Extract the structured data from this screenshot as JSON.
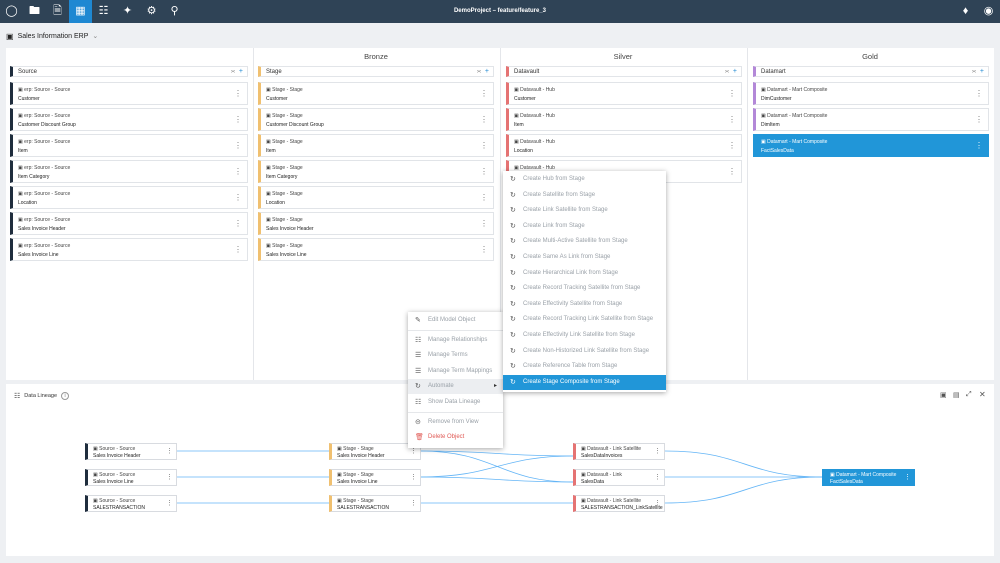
{
  "project_title": "DemoProject – feature/feature_3",
  "model": {
    "title": "Sales Information ERP"
  },
  "layers": {
    "bronze": "Bronze",
    "silver": "Silver",
    "gold": "Gold"
  },
  "columns": [
    {
      "title": "Source",
      "color": "#1f2d3d",
      "cards": [
        {
          "type": "erp: Source - Source",
          "name": "Customer"
        },
        {
          "type": "erp: Source - Source",
          "name": "Customer Discount Group"
        },
        {
          "type": "erp: Source - Source",
          "name": "Item"
        },
        {
          "type": "erp: Source - Source",
          "name": "Item Category"
        },
        {
          "type": "erp: Source - Source",
          "name": "Location"
        },
        {
          "type": "erp: Source - Source",
          "name": "Sales Invoice Header"
        },
        {
          "type": "erp: Source - Source",
          "name": "Sales Invoice Line"
        }
      ]
    },
    {
      "title": "Stage",
      "color": "#f0c070",
      "cards": [
        {
          "type": "Stage - Stage",
          "name": "Customer"
        },
        {
          "type": "Stage - Stage",
          "name": "Customer Discount Group"
        },
        {
          "type": "Stage - Stage",
          "name": "Item"
        },
        {
          "type": "Stage - Stage",
          "name": "Item Category"
        },
        {
          "type": "Stage - Stage",
          "name": "Location"
        },
        {
          "type": "Stage - Stage",
          "name": "Sales Invoice Header"
        },
        {
          "type": "Stage - Stage",
          "name": "Sales Invoice Line"
        }
      ]
    },
    {
      "title": "Datavault",
      "color": "#e57373",
      "cards": [
        {
          "type": "Datavault - Hub",
          "name": "Customer"
        },
        {
          "type": "Datavault - Hub",
          "name": "Item"
        },
        {
          "type": "Datavault - Hub",
          "name": "Location"
        },
        {
          "type": "Datavault - Hub",
          "name": ""
        }
      ]
    },
    {
      "title": "Datamart",
      "color": "#b388d8",
      "cards": [
        {
          "type": "Datamart - Mart Composite",
          "name": "DimCustomer"
        },
        {
          "type": "Datamart - Mart Composite",
          "name": "DimItem"
        },
        {
          "type": "Datamart - Mart Composite",
          "name": "FactSalesData"
        }
      ]
    }
  ],
  "lineage": {
    "title": "Data Lineage",
    "nodes": [
      {
        "type": "Source - Source",
        "name": "Sales Invoice Header"
      },
      {
        "type": "Source - Source",
        "name": "Sales Invoice Line"
      },
      {
        "type": "Source - Source",
        "name": "SALESTRANSACTION"
      },
      {
        "type": "Stage - Stage",
        "name": "Sales Invoice Header"
      },
      {
        "type": "Stage - Stage",
        "name": "Sales Invoice Line"
      },
      {
        "type": "Stage - Stage",
        "name": "SALESTRANSACTION"
      },
      {
        "type": "Datavault - Link Satellite",
        "name": "SalesDataInvoices"
      },
      {
        "type": "Datavault - Link",
        "name": "SalesData"
      },
      {
        "type": "Datavault - Link Satellite",
        "name": "SALESTRANSACTION_LinkSatellite"
      },
      {
        "type": "Datamart - Mart Composite",
        "name": "FactSalesData"
      }
    ]
  },
  "context_menu": [
    {
      "label": "Edit Model Object",
      "icon": "pencil-icon"
    },
    {
      "label": "Manage Relationships",
      "icon": "relationships-icon"
    },
    {
      "label": "Manage Terms",
      "icon": "terms-icon"
    },
    {
      "label": "Manage Term Mappings",
      "icon": "term-mappings-icon"
    },
    {
      "label": "Automate",
      "icon": "automate-icon"
    },
    {
      "label": "Show Data Lineage",
      "icon": "lineage-icon"
    },
    {
      "label": "Remove from View",
      "icon": "remove-icon"
    },
    {
      "label": "Delete Object",
      "icon": "trash-icon"
    }
  ],
  "automate_menu": [
    "Create Hub from Stage",
    "Create Satellite from Stage",
    "Create Link Satellite from Stage",
    "Create Link from Stage",
    "Create Multi-Active Satellite from Stage",
    "Create Same As Link from Stage",
    "Create Hierarchical Link from Stage",
    "Create Record Tracking Satellite from Stage",
    "Create Effectivity Satellite from Stage",
    "Create Record Tracking Link Satellite from Stage",
    "Create Effectivity Link Satellite from Stage",
    "Create Non-Historized Link Satellite from Stage",
    "Create Reference Table from Stage",
    "Create Stage Composite from Stage"
  ],
  "colors": {
    "topbar": "#2f4356",
    "accent": "#1e88d2",
    "selected": "#2196d8",
    "delete": "#e05a55"
  }
}
